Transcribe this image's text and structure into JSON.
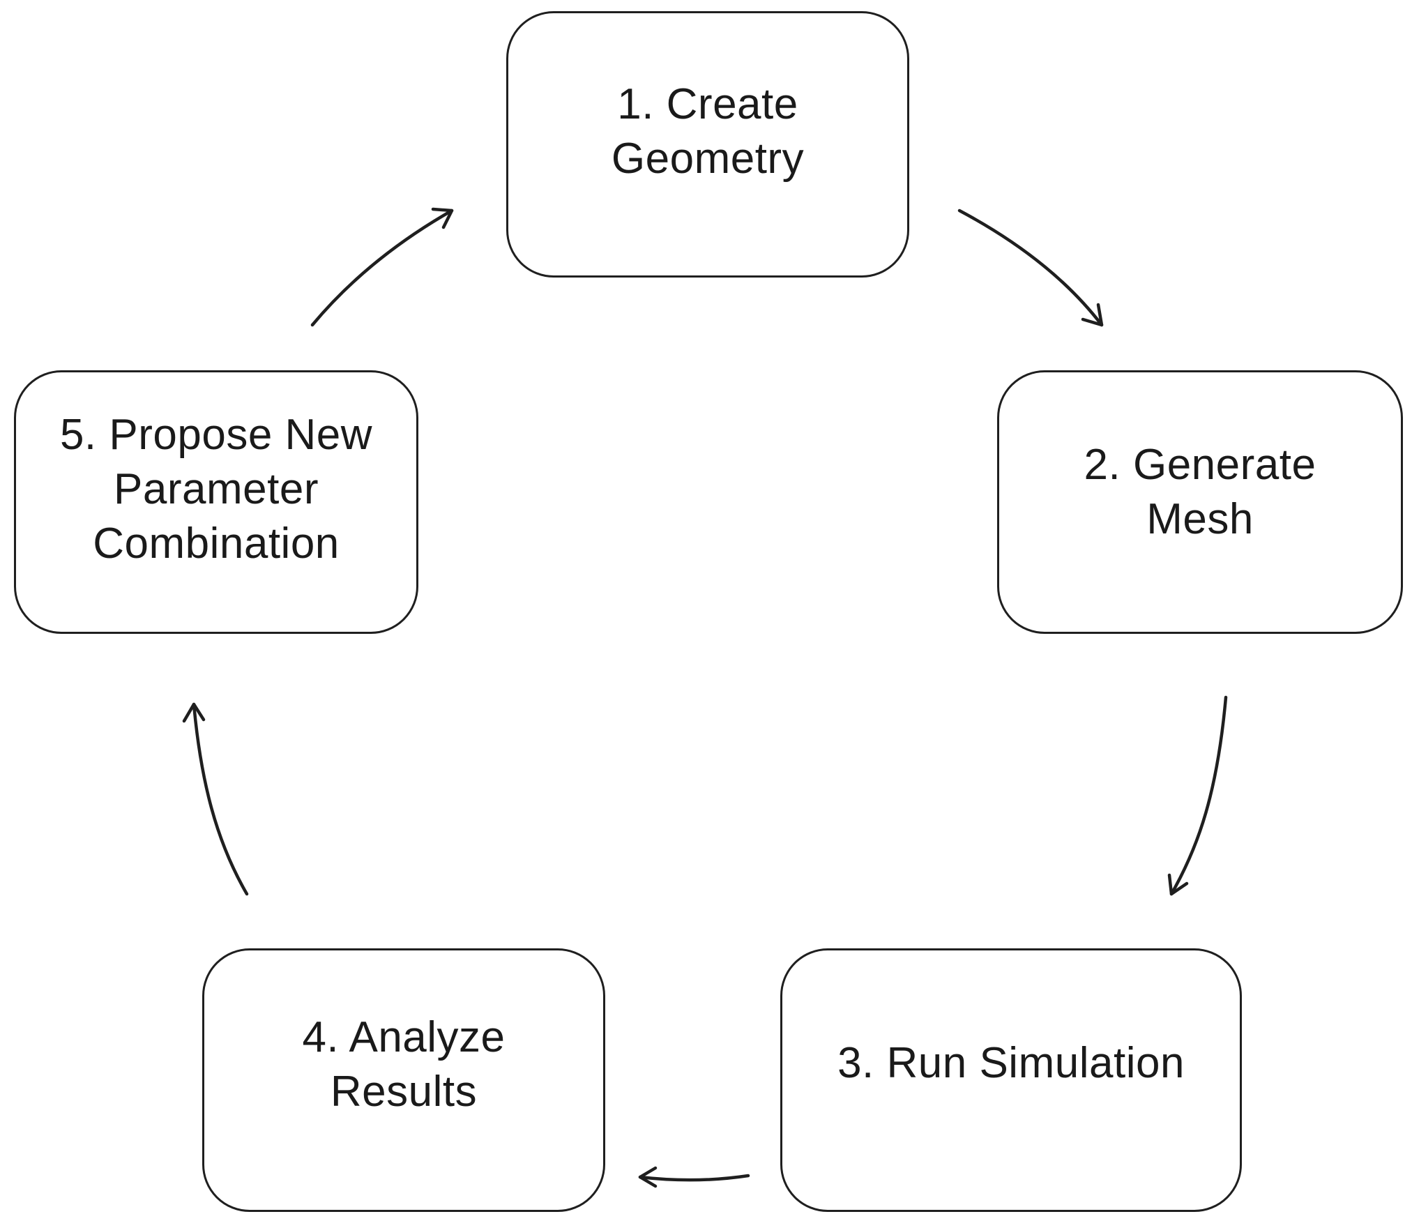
{
  "diagram": {
    "steps": [
      {
        "label": "1. Create\nGeometry"
      },
      {
        "label": "2. Generate\nMesh"
      },
      {
        "label": "3. Run Simulation"
      },
      {
        "label": "4. Analyze\nResults"
      },
      {
        "label": "5. Propose New\nParameter\nCombination"
      }
    ],
    "cycle": [
      {
        "from": 1,
        "to": 2
      },
      {
        "from": 2,
        "to": 3
      },
      {
        "from": 3,
        "to": 4
      },
      {
        "from": 4,
        "to": 5
      },
      {
        "from": 5,
        "to": 1
      }
    ],
    "colors": {
      "stroke": "#1f1f1f",
      "text": "#1a1a1a",
      "background": "#ffffff"
    }
  }
}
